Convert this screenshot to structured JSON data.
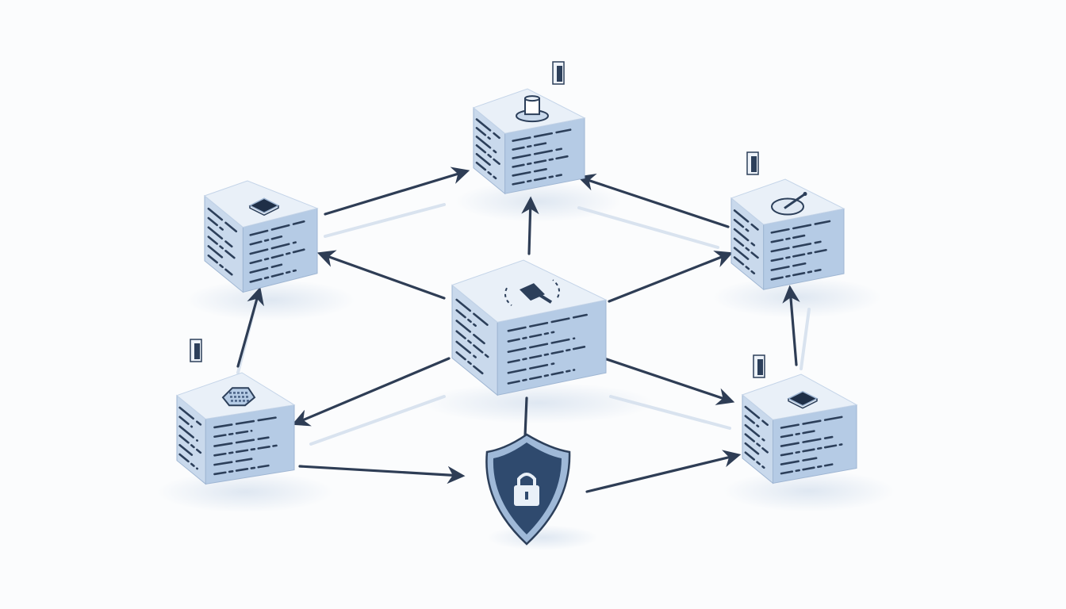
{
  "diagram": {
    "nodes": [
      {
        "id": "top",
        "emblem": "database-icon"
      },
      {
        "id": "upper-left",
        "emblem": "chip-icon"
      },
      {
        "id": "center",
        "emblem": "pipeline-valve-icon"
      },
      {
        "id": "upper-right",
        "emblem": "satellite-dish-icon"
      },
      {
        "id": "lower-left",
        "emblem": "keyboard-icon"
      },
      {
        "id": "lower-right",
        "emblem": "chip-icon"
      }
    ],
    "security": {
      "emblem": "shield-lock-icon"
    },
    "edges": [
      {
        "from": "upper-left",
        "to": "top"
      },
      {
        "from": "upper-right",
        "to": "top"
      },
      {
        "from": "center",
        "to": "top"
      },
      {
        "from": "center",
        "to": "upper-left"
      },
      {
        "from": "center",
        "to": "upper-right"
      },
      {
        "from": "center",
        "to": "lower-left"
      },
      {
        "from": "center",
        "to": "lower-right"
      },
      {
        "from": "lower-left",
        "to": "upper-left"
      },
      {
        "from": "lower-right",
        "to": "upper-right"
      },
      {
        "from": "lower-left",
        "to": "security"
      },
      {
        "from": "security",
        "to": "lower-right"
      },
      {
        "from": "security",
        "to": "center"
      }
    ],
    "colors": {
      "background": "#fbfcfd",
      "node_top": "#e9f0f8",
      "node_left": "#c9d9ec",
      "node_right": "#b5cbe5",
      "outline": "#2c3f5a",
      "arrow": "#2e3d55",
      "shield": "#2f4a6e"
    }
  }
}
